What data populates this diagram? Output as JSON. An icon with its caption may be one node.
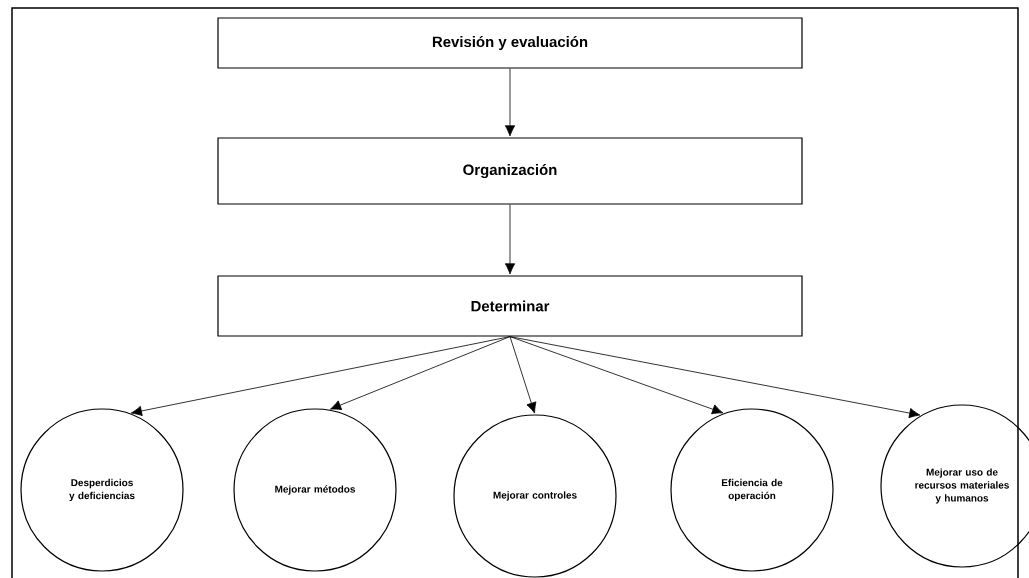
{
  "diagram": {
    "nodes": [
      {
        "text": [
          "Revisión y evaluación"
        ]
      },
      {
        "text": [
          "Organización"
        ]
      },
      {
        "text": [
          "Determinar"
        ]
      },
      {
        "text": [
          "Desperdicios y deficiencias"
        ]
      },
      {
        "text": [
          "Mejorar métodos"
        ]
      },
      {
        "text": [
          "Mejorar controles"
        ]
      },
      {
        "text": [
          "Eficiencia de operación"
        ]
      },
      {
        "text": [
          "Mejorar uso de recursos materiales y humanos"
        ]
      }
    ],
    "edges": [
      {
        "from": 0,
        "to": 1,
        "arrow": "to"
      },
      {
        "from": 1,
        "to": 2,
        "arrow": "to"
      },
      {
        "from": 2,
        "to": 3,
        "arrow": "to"
      },
      {
        "from": 2,
        "to": 4,
        "arrow": "to"
      },
      {
        "from": 2,
        "to": 5,
        "arrow": "to"
      },
      {
        "from": 2,
        "to": 6,
        "arrow": "to"
      },
      {
        "from": 2,
        "to": 7,
        "arrow": "to"
      }
    ]
  }
}
